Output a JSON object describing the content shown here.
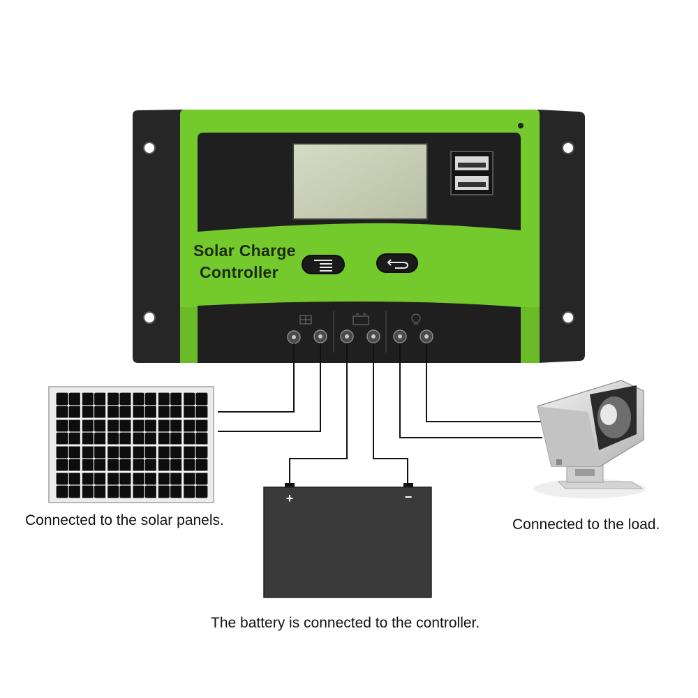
{
  "controller": {
    "brand_line1": "Solar Charge",
    "brand_line2": "Controller",
    "colors": {
      "body": "#74c92c",
      "casing": "#262626",
      "lcd": "#c7cdb3"
    },
    "icons": [
      "menu-icon",
      "return-icon",
      "solar-panel-icon",
      "battery-icon",
      "bulb-icon",
      "usb-port-icon"
    ]
  },
  "captions": {
    "solar": "Connected to the solar panels.",
    "load": "Connected to the load.",
    "battery": "The battery is connected to the controller."
  },
  "battery": {
    "plus": "+",
    "minus": "−"
  }
}
